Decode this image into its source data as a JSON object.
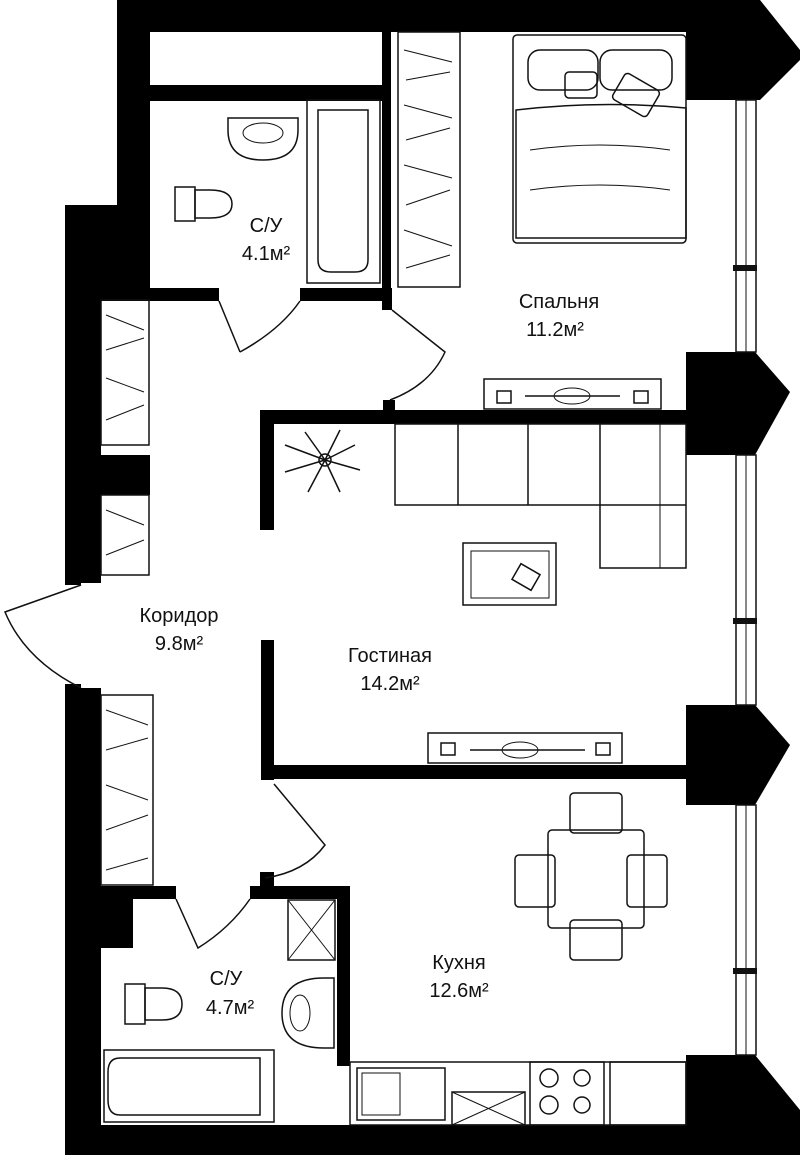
{
  "colors": {
    "wall": "#000000",
    "line": "#111111",
    "background": "#ffffff"
  },
  "rooms": [
    {
      "id": "bathroom-1",
      "name": "С/У",
      "area": "4.1м²"
    },
    {
      "id": "bedroom",
      "name": "Спальня",
      "area": "11.2м²"
    },
    {
      "id": "corridor",
      "name": "Коридор",
      "area": "9.8м²"
    },
    {
      "id": "living-room",
      "name": "Гостиная",
      "area": "14.2м²"
    },
    {
      "id": "bathroom-2",
      "name": "С/У",
      "area": "4.7м²"
    },
    {
      "id": "kitchen",
      "name": "Кухня",
      "area": "12.6м²"
    }
  ],
  "icons": [
    "bed-icon",
    "bathtub-icon",
    "sink-icon",
    "toilet-icon",
    "wardrobe-icon",
    "sofa-icon",
    "plant-icon",
    "coffee-table-icon",
    "tv-unit-icon",
    "dining-table-icon",
    "stove-icon",
    "kitchen-sink-icon",
    "shower-icon",
    "door-icon",
    "window-icon"
  ]
}
